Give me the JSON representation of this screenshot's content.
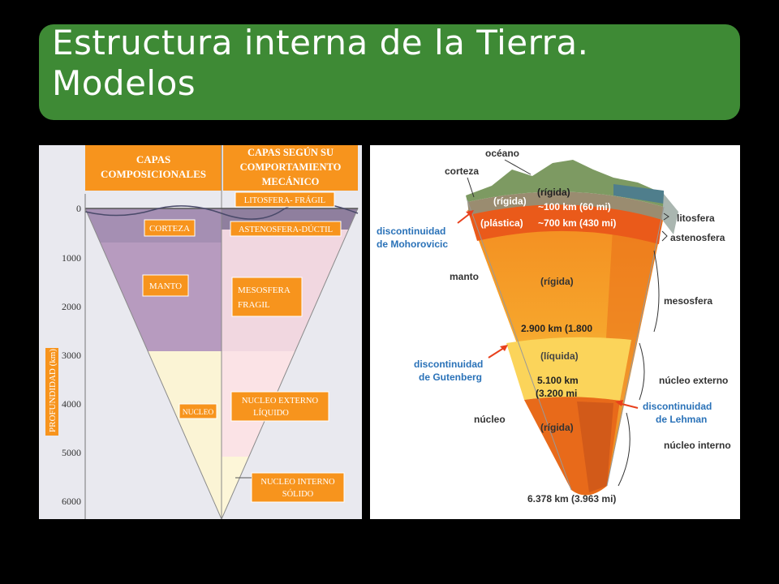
{
  "slide": {
    "title_line1": "Estructura interna de la Tierra.",
    "title_line2": "Modelos"
  },
  "left_diagram": {
    "header_composition": [
      "CAPAS",
      "COMPOSICIONALES"
    ],
    "header_mechanical": [
      "CAPAS SEGÚN SU",
      "COMPORTAMIENTO",
      "MECÁNICO"
    ],
    "depth_ticks": [
      "0",
      "1000",
      "2000",
      "3000",
      "4000",
      "5000",
      "6000"
    ],
    "depth_axis_label": "PROFUNDIDAD (km)",
    "corteza": "CORTEZA",
    "manto": "MANTO",
    "nucleo": "NUCLEO",
    "litosfera": "LITOSFERA- FRÁGIL",
    "astenosfera": "ASTENOSFERA-DÚCTIL",
    "mesosfera": [
      "MESOSFERA",
      "FRAGIL"
    ],
    "nucleo_externo": [
      "NUCLEO EXTERNO",
      "LÍQUIDO"
    ],
    "nucleo_interno": [
      "NUCLEO INTERNO",
      "SÓLIDO"
    ]
  },
  "right_diagram": {
    "oceano": "océano",
    "corteza": "corteza",
    "rigida_crust": "(rígida)",
    "rigida_lito": "(rígida)",
    "depth_100": "~100 km (60 mi)",
    "plastica": "(plástica)",
    "depth_700": "~700 km (430 mi)",
    "moho": [
      "discontinuidad",
      "de Mohorovicic"
    ],
    "manto": "manto",
    "rigida_manto": "(rígida)",
    "depth_2900": "2.900 km (1.800",
    "gutenberg": [
      "discontinuidad",
      "de Gutenberg"
    ],
    "liquida": "(líquida)",
    "depth_5100": [
      "5.100 km",
      "(3.200 mi"
    ],
    "nucleo": "núcleo",
    "rigida_nucleo": "(rígida)",
    "depth_6378": "6.378 km (3.963 mi)",
    "litosfera": "litosfera",
    "astenosfera": "astenosfera",
    "mesosfera": "mesosfera",
    "nucleo_externo": "núcleo externo",
    "lehman": [
      "discontinuidad",
      "de Lehman"
    ],
    "nucleo_interno": "núcleo interno"
  },
  "colors": {
    "title_bg": "#3e8a35",
    "label_orange": "#f7941d",
    "arrow_red": "#e8401c",
    "mantle_purple": "#b79bbf"
  }
}
